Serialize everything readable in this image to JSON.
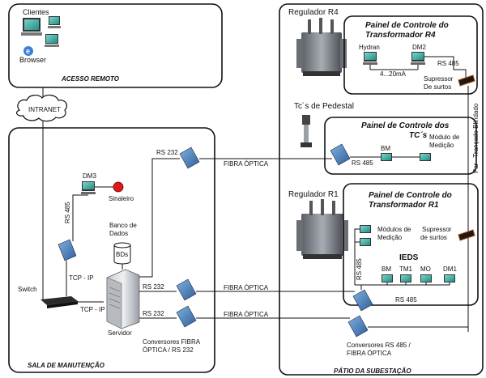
{
  "remote": {
    "clients": "Clientes",
    "browser": "Browser",
    "title": "ACESSO REMOTO"
  },
  "intranet": "INTRANET",
  "maintenance": {
    "title": "SALA DE MANUTENÇÃO",
    "dm3": "DM3",
    "sinaleiro": "Sinaleiro",
    "rs485": "RS 485",
    "tcpip_up": "TCP - IP",
    "tcpip_down": "TCP - IP",
    "switch": "Switch",
    "db_line1": "Banco de",
    "db_line2": "Dados",
    "bds": "BDs",
    "servidor": "Servidor",
    "rs232_top": "RS 232",
    "rs232_mid": "RS 232",
    "rs232_low": "RS 232",
    "conv_line1": "Conversores FIBRA",
    "conv_line2": "ÓPTICA / RS 232"
  },
  "links": {
    "fibra_top": "FIBRA ÓPTICA",
    "fibra_mid": "FIBRA ÓPTICA",
    "fibra_low": "FIBRA ÓPTICA"
  },
  "substation": {
    "title": "PÁTIO DA SUBESTAÇÃO",
    "regulador_r4": "Regulador R4",
    "panel_r4_line1": "Painel de Controle do",
    "panel_r4_line2": "Transformador R4",
    "hydran": "Hydran",
    "dm2": "DM2",
    "ma": "4...20mA",
    "rs485_r4": "RS 485",
    "supressor_r4_line1": "Supressor",
    "supressor_r4_line2": "De surtos",
    "tc_pedestal": "Tc´s de Pedestal",
    "panel_tc_line1": "Painel de Controle dos",
    "panel_tc_line2": "TC´s",
    "bm_tc": "BM",
    "modulo_line1": "Módulo de",
    "modulo_line2": "Medição",
    "rs485_tc": "RS 485",
    "par_trancado": "Par - Trançado Blindado",
    "regulador_r1": "Regulador R1",
    "panel_r1_line1": "Painel de Controle do",
    "panel_r1_line2": "Transformador R1",
    "modulos_line1": "Módulos de",
    "modulos_line2": "Medição",
    "supressor_r1_line1": "Supressor",
    "supressor_r1_line2": "de surtos",
    "ieds": "IEDS",
    "rs485_vert": "RS 485",
    "bm": "BM",
    "tm1": "TM1",
    "mo": "MO",
    "dm1": "DM1",
    "rs485_bus": "RS 485",
    "conv_line1": "Conversores  RS 485 /",
    "conv_line2": "FIBRA ÓPTICA"
  }
}
